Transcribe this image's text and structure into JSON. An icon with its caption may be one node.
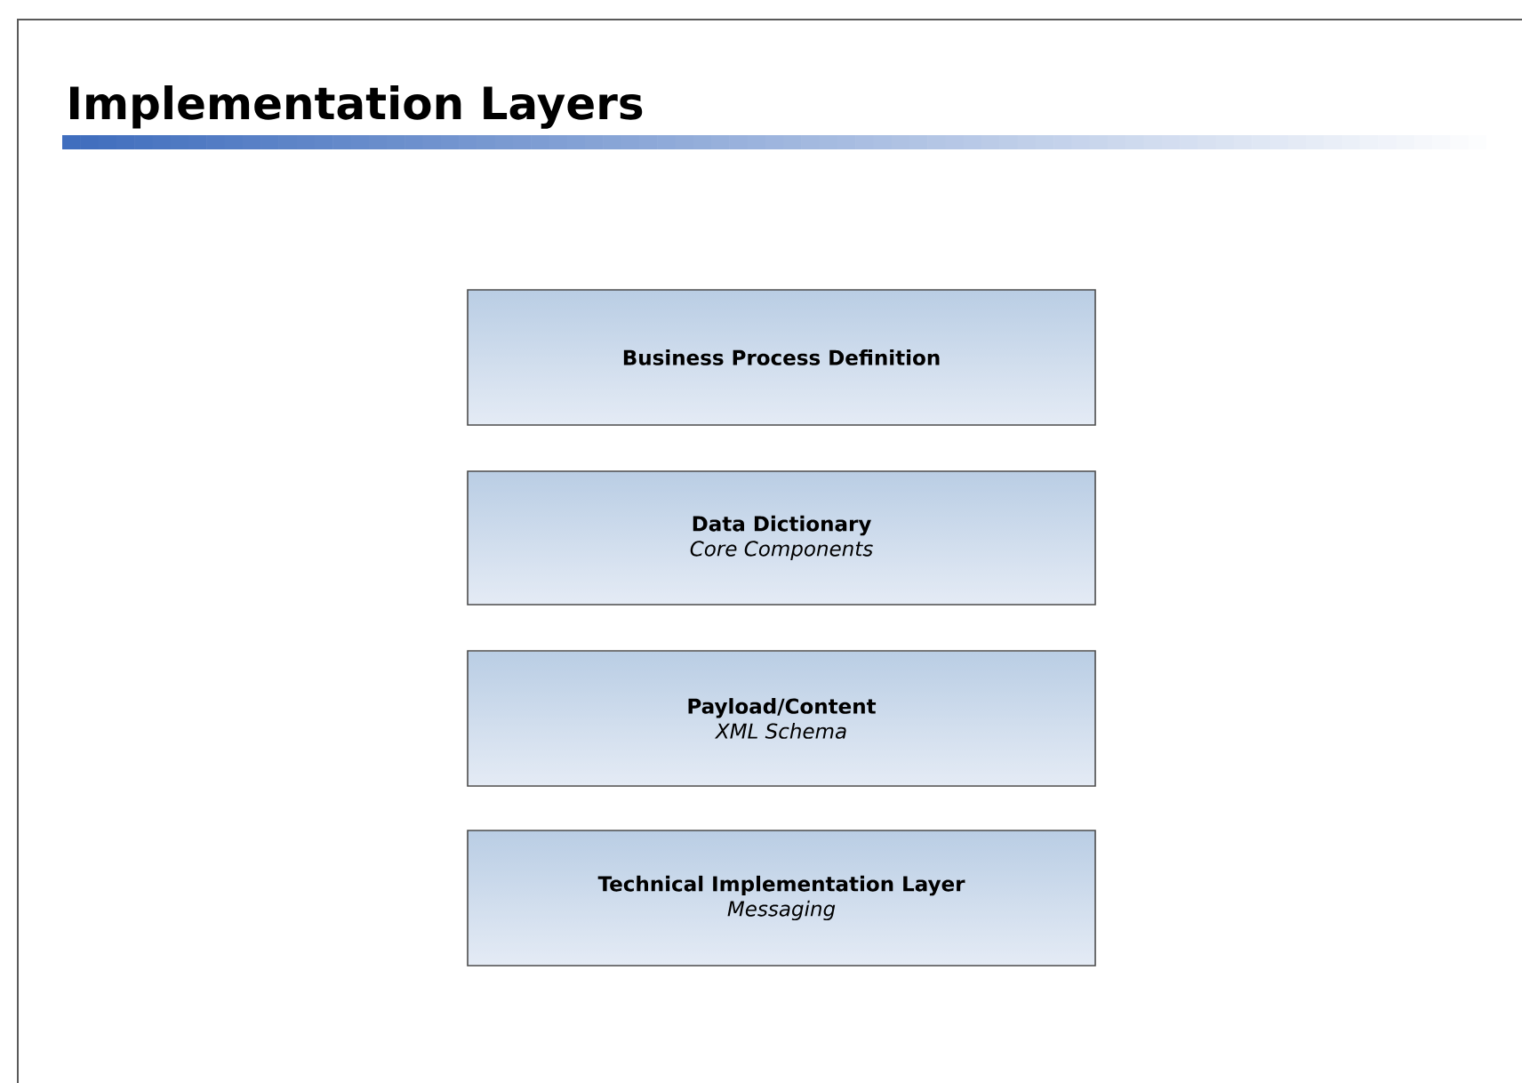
{
  "diagram": {
    "title": "Implementation Layers",
    "nodes": [
      {
        "text": [
          "Business Process Definition"
        ]
      },
      {
        "text": [
          "Data Dictionary",
          "Core Components"
        ]
      },
      {
        "text": [
          "Payload/Content",
          "XML Schema"
        ]
      },
      {
        "text": [
          "Technical Implementation Layer",
          "Messaging"
        ]
      }
    ]
  }
}
